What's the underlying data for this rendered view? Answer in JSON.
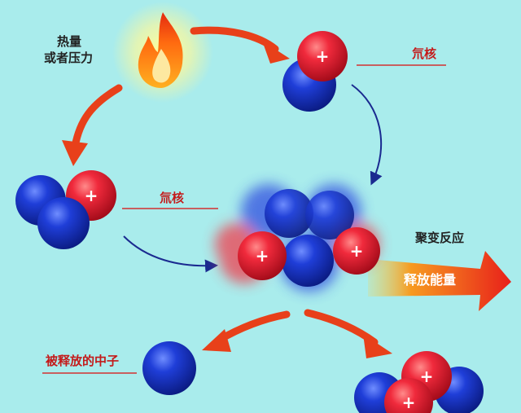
{
  "labels": {
    "heat_line1": "热量",
    "heat_line2": "或者压力",
    "deuterium": "氘核",
    "tritium": "氚核",
    "fusion": "聚变反应",
    "energy": "释放能量",
    "neutron": "被释放的中子"
  },
  "symbols": {
    "proton": "+"
  },
  "colors": {
    "background": "#a9ecec",
    "proton": "#e01530",
    "neutron": "#1233c8",
    "arrow": "#e8401a",
    "thin_arrow": "#1a2a90",
    "label_red": "#c41a1a",
    "leader_line": "#d23030"
  },
  "icons": [
    "flame-icon"
  ]
}
